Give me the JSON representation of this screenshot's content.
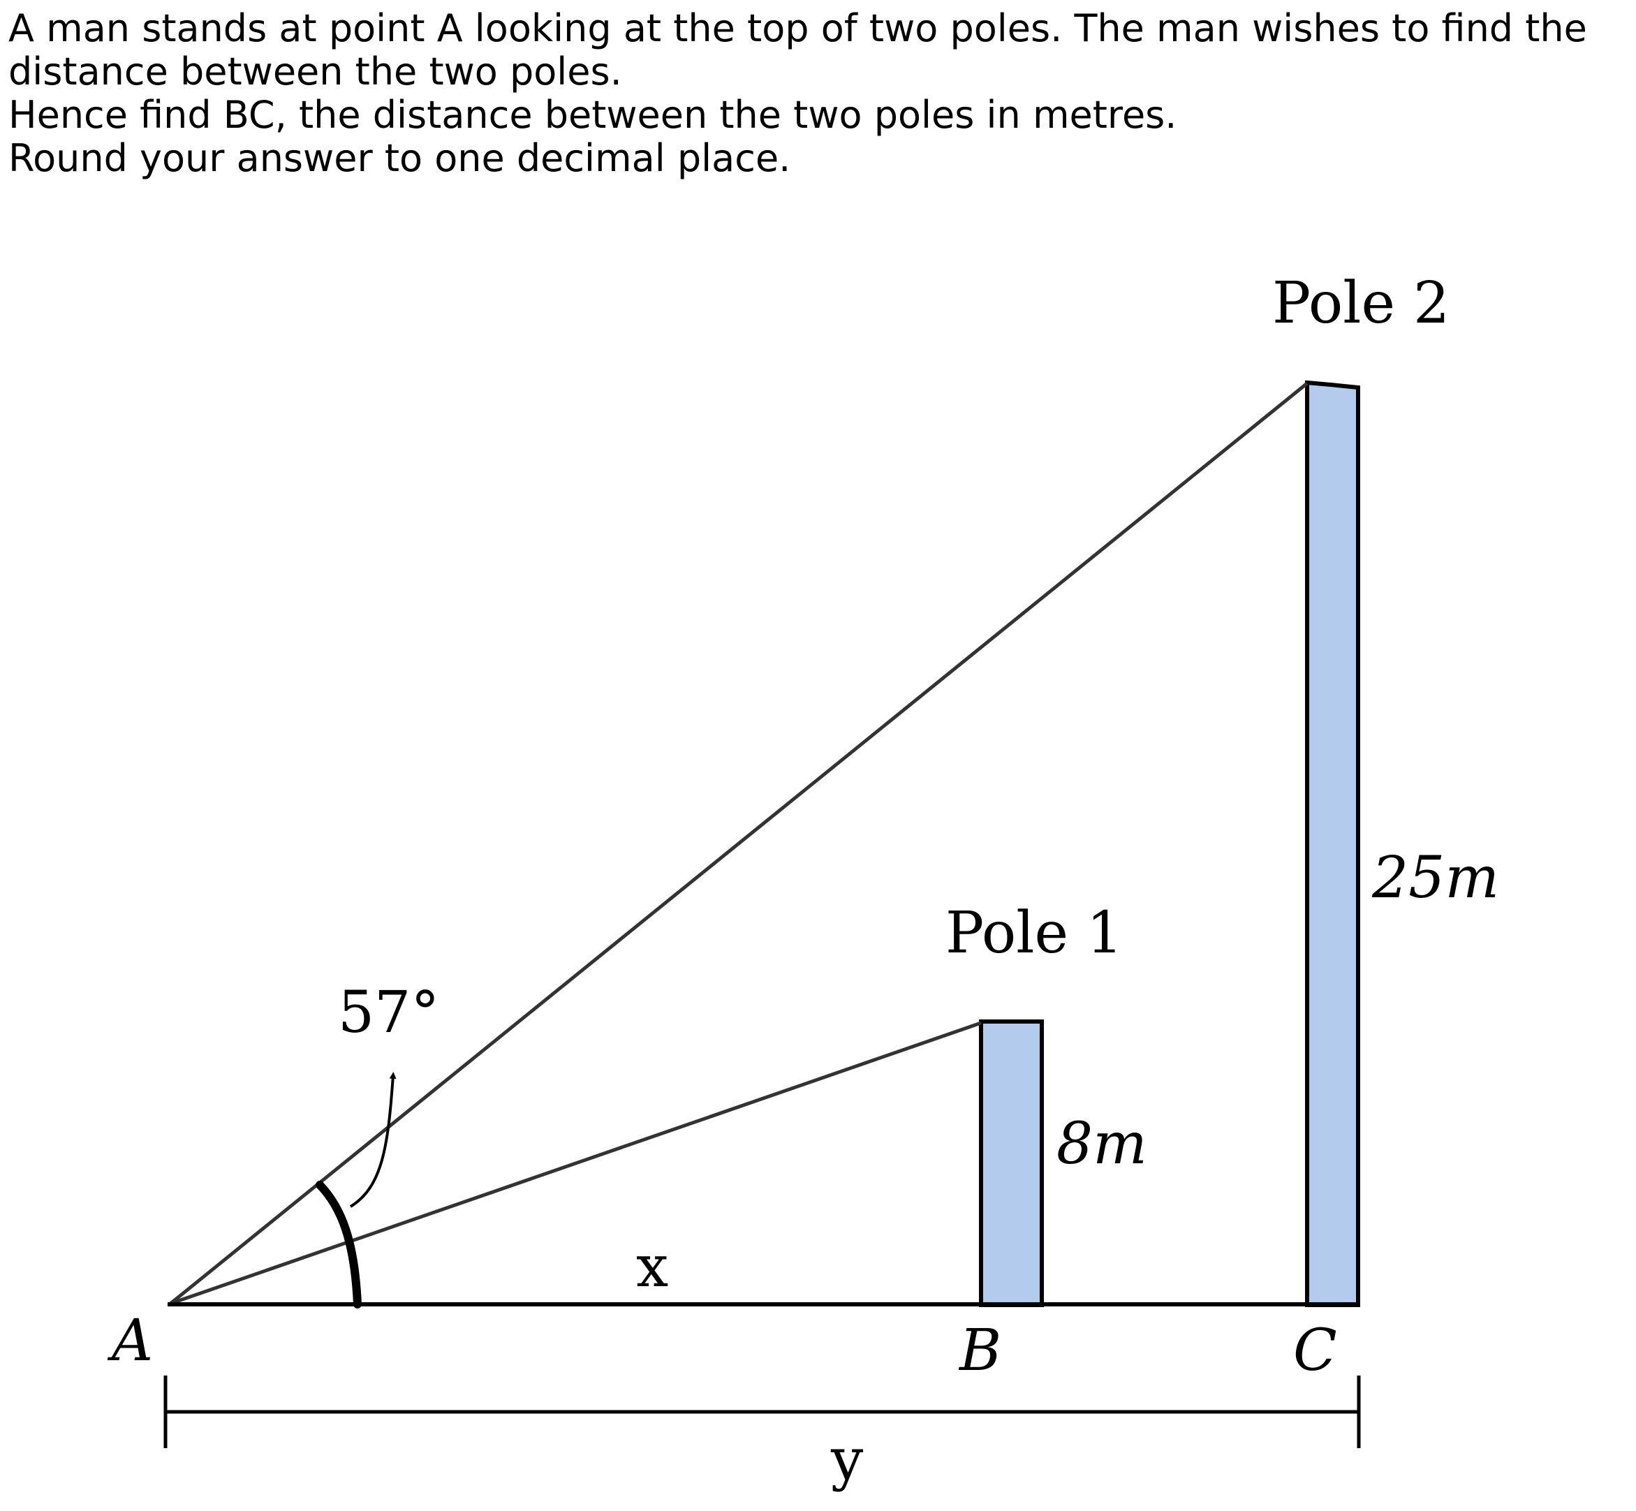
{
  "question": {
    "line1": "A man stands at point A looking at the top of two poles. The man wishes to find the",
    "line2": "distance between the two poles.",
    "line3": "Hence find BC, the distance between the two poles in metres.",
    "line4": "Round your answer to one decimal place."
  },
  "diagram": {
    "pole1_label": "Pole 1",
    "pole2_label": "Pole 2",
    "pole1_height": "8m",
    "pole2_height": "25m",
    "angle_label": "57°",
    "point_a": "A",
    "point_b": "B",
    "point_c": "C",
    "distance_x": "x",
    "distance_y": "y",
    "pole_color": "#b3cbed"
  }
}
